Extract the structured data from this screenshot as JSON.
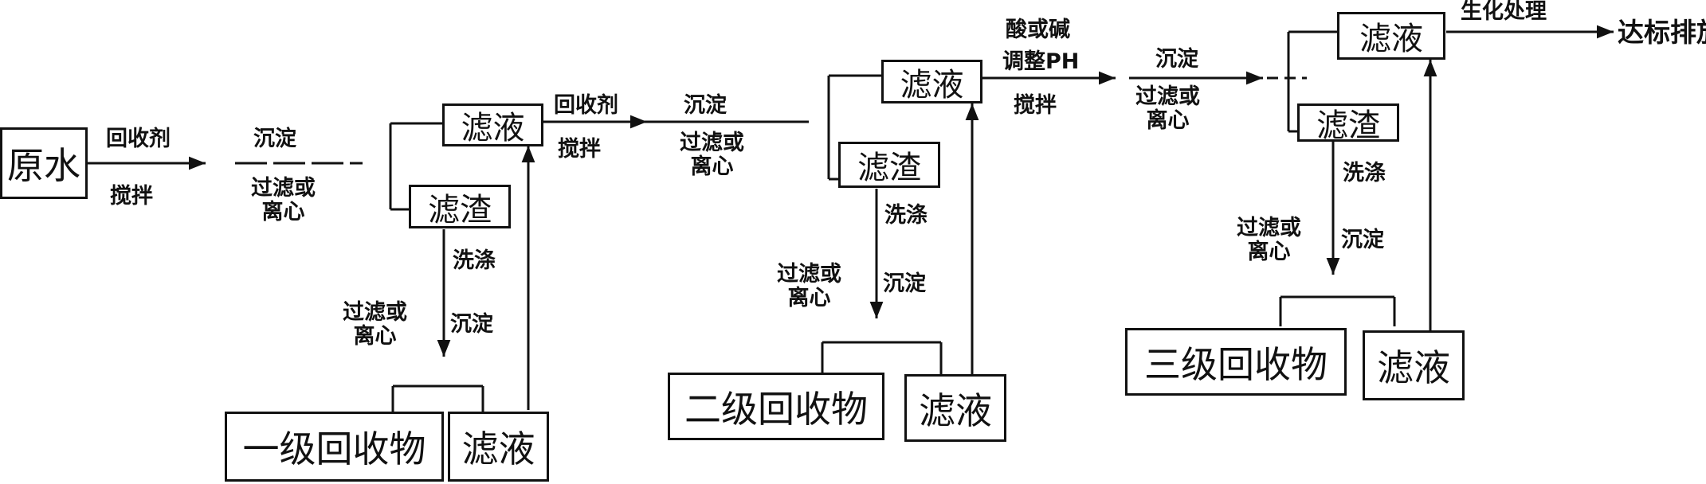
{
  "boxes": {
    "raw_water": "原水",
    "filtrate": "滤液",
    "residue": "滤渣",
    "recovered_1": "一级回收物",
    "recovered_2": "二级回收物",
    "recovered_3": "三级回收物",
    "final": "达标排放"
  },
  "labels": {
    "recovery_agent": "回收剂",
    "stir": "搅拌",
    "precipitate": "沉淀",
    "filter_or": "过滤或",
    "centrifuge": "离心",
    "wash": "洗涤",
    "acid_or_base": "酸或碱",
    "adjust_ph": "调整PH",
    "biochem": "生化处理"
  }
}
